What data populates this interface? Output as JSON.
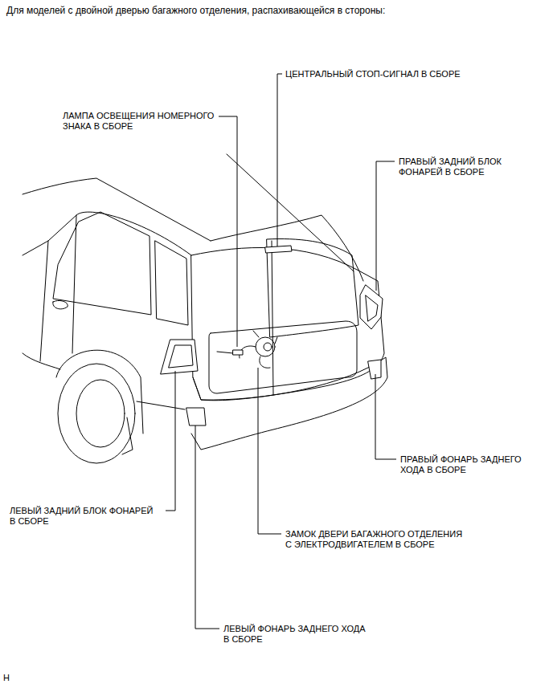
{
  "diagram": {
    "title": "Для моделей с двойной дверью багажного отделения, распахивающейся в стороны:",
    "labels": [
      "ЦЕНТРАЛЬНЫЙ СТОП-СИГНАЛ В СБОРЕ",
      "ЛАМПА ОСВЕЩЕНИЯ НОМЕРНОГО ЗНАКА В СБОРЕ",
      "ПРАВЫЙ ЗАДНИЙ БЛОК ФОНАРЕЙ В СБОРЕ",
      "ПРАВЫЙ ФОНАРЬ ЗАДНЕГО ХОДА В СБОРЕ",
      "ЛЕВЫЙ ЗАДНИЙ БЛОК ФОНАРЕЙ В СБОРЕ",
      "ЗАМОК ДВЕРИ БАГАЖНОГО ОТДЕЛЕНИЯ С ЭЛЕКТРОДВИГАТЕЛЕМ В СБОРЕ",
      "ЛЕВЫЙ ФОНАРЬ ЗАДНЕГО ХОДА В СБОРЕ",
      "H"
    ]
  }
}
